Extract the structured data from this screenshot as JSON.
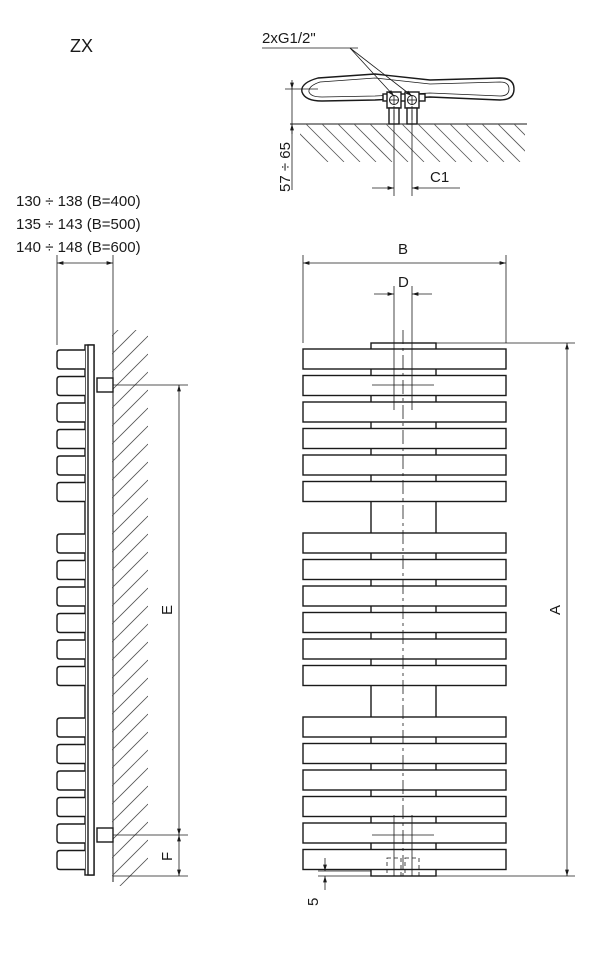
{
  "model": "ZX",
  "connection_label": "2xG1/2\"",
  "wall_distance_label": "57 ÷ 65",
  "offset_label": "C1",
  "depth_options": [
    "130 ÷ 138 (B=400)",
    "135 ÷ 143 (B=500)",
    "140 ÷ 148 (B=600)"
  ],
  "dimensions": {
    "width": "B",
    "pipe_spacing": "D",
    "height": "A",
    "axis_distance": "E",
    "bottom_offset": "F",
    "bottom_gap": "5"
  }
}
